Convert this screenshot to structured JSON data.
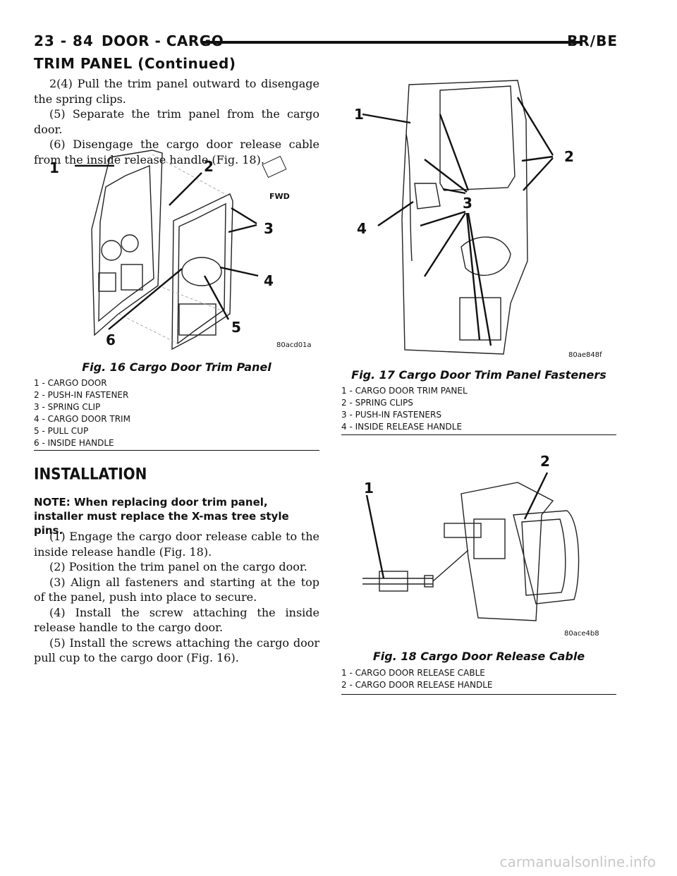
{
  "header": {
    "page_number": "23 - 84",
    "section": "DOOR - CARGO",
    "model": "BR/BE"
  },
  "continued_heading": "TRIM PANEL (Continued)",
  "removal_steps": [
    "2(4) Pull the trim panel outward to disengage the spring clips.",
    "(5) Separate the trim panel from the cargo door.",
    "(6) Disengage the cargo door release cable from the inside release handle (Fig. 18)."
  ],
  "fig16": {
    "caption": "Fig. 16 Cargo Door Trim Panel",
    "code": "80acd01a",
    "fwd_label": "FWD",
    "callouts": [
      "1",
      "2",
      "3",
      "4",
      "5",
      "6"
    ],
    "legend": [
      "1 - CARGO DOOR",
      "2 - PUSH-IN FASTENER",
      "3 - SPRING CLIP",
      "4 - CARGO DOOR TRIM",
      "5 - PULL CUP",
      "6 - INSIDE HANDLE"
    ]
  },
  "fig17": {
    "caption": "Fig. 17 Cargo Door Trim Panel Fasteners",
    "code": "80ae848f",
    "callouts": [
      "1",
      "2",
      "3",
      "4"
    ],
    "legend": [
      "1 - CARGO DOOR TRIM PANEL",
      "2 - SPRING CLIPS",
      "3 - PUSH-IN FASTENERS",
      "4 - INSIDE RELEASE HANDLE"
    ]
  },
  "fig18": {
    "caption": "Fig. 18 Cargo Door Release Cable",
    "code": "80ace4b8",
    "callouts": [
      "1",
      "2"
    ],
    "legend": [
      "1 - CARGO DOOR RELEASE CABLE",
      "2 - CARGO DOOR RELEASE HANDLE"
    ]
  },
  "installation": {
    "heading": "INSTALLATION",
    "note": "NOTE: When replacing door trim panel, installer must replace the X-mas tree style pins.",
    "steps": [
      "(1) Engage the cargo door release cable to the inside release handle (Fig. 18).",
      "(2) Position the trim panel on the cargo door.",
      "(3) Align all fasteners and starting at the top of the panel, push into place to secure.",
      "(4) Install the screw attaching the inside release handle to the cargo door.",
      "(5) Install the screws attaching the cargo door pull cup to the cargo door (Fig. 16)."
    ]
  },
  "watermark": "carmanualsonline.info"
}
